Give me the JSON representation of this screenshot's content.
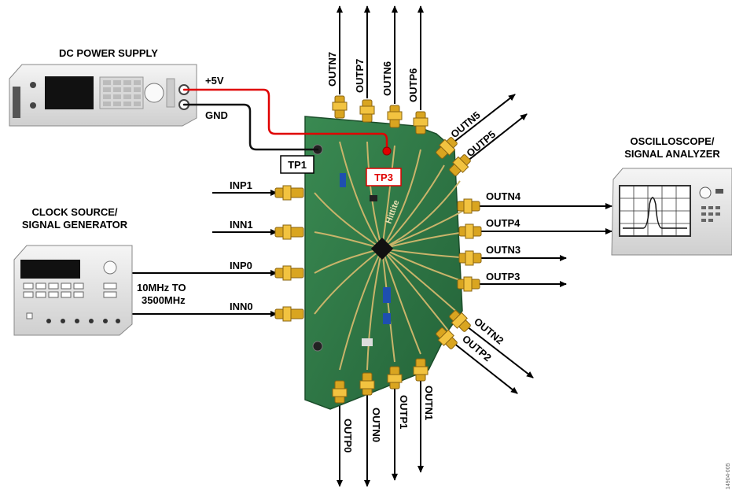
{
  "dc_power_supply": {
    "title": "DC POWER SUPPLY",
    "plus_label": "+5V",
    "gnd_label": "GND"
  },
  "clock_source": {
    "title_line1": "CLOCK SOURCE/",
    "title_line2": "SIGNAL GENERATOR",
    "freq_line1": "10MHz TO",
    "freq_line2": "3500MHz"
  },
  "oscilloscope": {
    "title_line1": "OSCILLOSCOPE/",
    "title_line2": "SIGNAL ANALYZER"
  },
  "test_points": {
    "tp1": "TP1",
    "tp3": "TP3"
  },
  "inputs": {
    "inp1": "INP1",
    "inn1": "INN1",
    "inp0": "INP0",
    "inn0": "INN0"
  },
  "outputs_top": {
    "outn7": "OUTN7",
    "outp7": "OUTP7",
    "outn6": "OUTN6",
    "outp6": "OUTP6"
  },
  "outputs_upper_right": {
    "outn5": "OUTN5",
    "outp5": "OUTP5"
  },
  "outputs_right": {
    "outn4": "OUTN4",
    "outp4": "OUTP4",
    "outn3": "OUTN3",
    "outp3": "OUTP3"
  },
  "outputs_lower_right": {
    "outn2": "OUTN2",
    "outp2": "OUTP2"
  },
  "outputs_bottom": {
    "outp0": "OUTP0",
    "outn0": "OUTN0",
    "outp1": "OUTP1",
    "outn1": "OUTN1"
  },
  "board": {
    "brand": "Hittite"
  },
  "figure_id": "14904-005",
  "colors": {
    "pcb": "#2f7a45",
    "pcb_dark": "#1f5a30",
    "trace": "#c9b46a",
    "red_wire": "#e00000",
    "black_wire": "#111111",
    "instrument_body": "#e6e6e6",
    "screen": "#111111"
  }
}
